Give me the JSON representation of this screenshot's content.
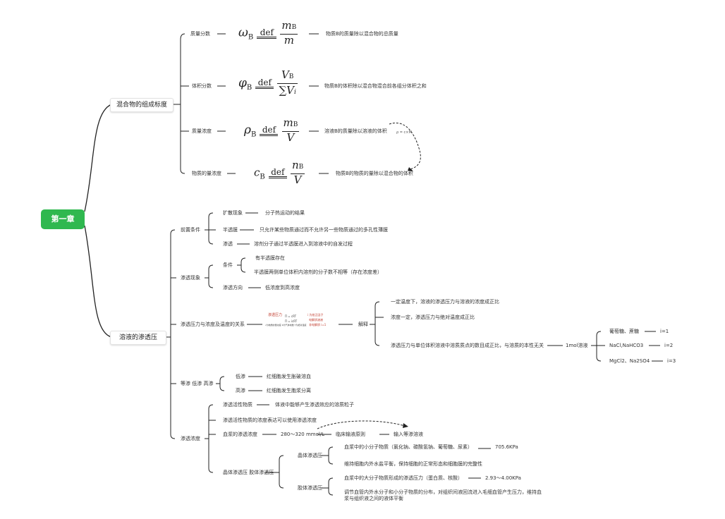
{
  "root": "第一章",
  "branch1": {
    "title": "混合物的组成标度",
    "items": [
      {
        "label": "质量分数",
        "formula_lhs": "ω",
        "formula_sub": "B",
        "def": "def",
        "num": "m",
        "num_sub": "B",
        "den": "m",
        "desc": "物质B的质量除以混合物的总质量"
      },
      {
        "label": "体积分数",
        "formula_lhs": "φ",
        "formula_sub": "B",
        "def": "def",
        "num": "V",
        "num_sub": "B",
        "den": "∑V",
        "den_sub": "i",
        "desc": "物质B的体积除以混合物混合前各组分体积之和"
      },
      {
        "label": "质量浓度",
        "formula_lhs": "ρ",
        "formula_sub": "B",
        "def": "def",
        "num": "m",
        "num_sub": "B",
        "den": "V",
        "desc": "溶液B的质量除以溶液的体积",
        "note": "ρ = c×M"
      },
      {
        "label": "物质的量浓度",
        "formula_lhs": "c",
        "formula_sub": "B",
        "def": "def",
        "num": "n",
        "num_sub": "B",
        "den": "V",
        "desc": "物质B的物质的量除以混合物的体积"
      }
    ]
  },
  "branch2": {
    "title": "溶液的渗透压",
    "qianti": {
      "label": "前置条件",
      "items": [
        {
          "k": "扩散现象",
          "v": "分子热运动的结果"
        },
        {
          "k": "半透膜",
          "v": "只允许某些物质通过而不允许另一些物质通过的多孔性薄膜"
        },
        {
          "k": "渗透",
          "v": "溶剂分子通过半透膜进入到溶液中的自发过程"
        }
      ]
    },
    "xianxiang": {
      "label": "渗透现象",
      "tiaojian": "条件",
      "cond1": "有半透膜存在",
      "cond2": "半透膜两侧单位体积内溶剂的分子数不相等（存在浓度差）",
      "fangxiang": "渗透方向",
      "fangxiang_v": "低浓度到高浓度"
    },
    "guanxi": {
      "label": "渗透压力与浓度及温度的关系",
      "jieshi": "解释",
      "e1": "一定温度下，溶液的渗透压力与溶液的浓度成正比",
      "e2": "浓度一定，渗透压力与绝对温度成正比",
      "e3": "渗透压力与单位体积溶液中溶质质点的数目成正比，与溶质的本性无关",
      "mol": "1mol溶液",
      "groups": [
        {
          "k": "葡萄糖、蔗糖",
          "v": "i=1"
        },
        {
          "k": "NaCl,NaHCO3",
          "v": "i=2"
        },
        {
          "k": "MgCl2、Na2SO4",
          "v": "i=3"
        }
      ]
    },
    "dengshen": {
      "label": "等渗 低渗 高渗",
      "di": "低渗",
      "di_v": "红细胞发生胀破溶血",
      "gao": "高渗",
      "gao_v": "红细胞发生胞浆分离"
    },
    "nongdu": {
      "label": "渗透浓度",
      "a": "渗透活性物质",
      "a_v": "体液中能够产生渗透效应的溶质粒子",
      "b": "渗透活性物质的浓度表达可以使用渗透浓度",
      "c": "血浆的渗透浓度",
      "c_v": "280～320 mmol/L",
      "c_r": "临床输液原则",
      "c_r2": "输入等渗溶液",
      "d": "晶体渗透压 胶体渗透压",
      "jingti": "晶体渗透压",
      "jt1": "血浆中的小分子物质（氯化钠、碳酸氢钠、葡萄糖、尿素）",
      "jt1_v": "705.6KPa",
      "jt2": "维持细胞内外水盐平衡，保持细胞的正常形态和细胞膜的完整性",
      "jiaoti": "胶体渗透压",
      "jj1": "血浆中的大分子物质形成的渗透压力（蛋白质、核酸）",
      "jj1_v": "2.93～4.00KPa",
      "jj2": "调节血管内外水分子和小分子物质的分布，对组织间液回流进入毛细血管产生压力，维持血浆与组织液之间的液体平衡"
    },
    "sketch": {
      "s1": "渗透压力",
      "s2": "Π = cRT",
      "s3": "Π = icRT",
      "s4": "c为物质的量浓度 R为气体常数 T为绝对温度",
      "s5": "i 为校正因子",
      "s6": "电解质溶液",
      "s7": "非电解质 i=1"
    }
  },
  "colors": {
    "root_bg": "#2fb84f",
    "line": "#222222"
  }
}
